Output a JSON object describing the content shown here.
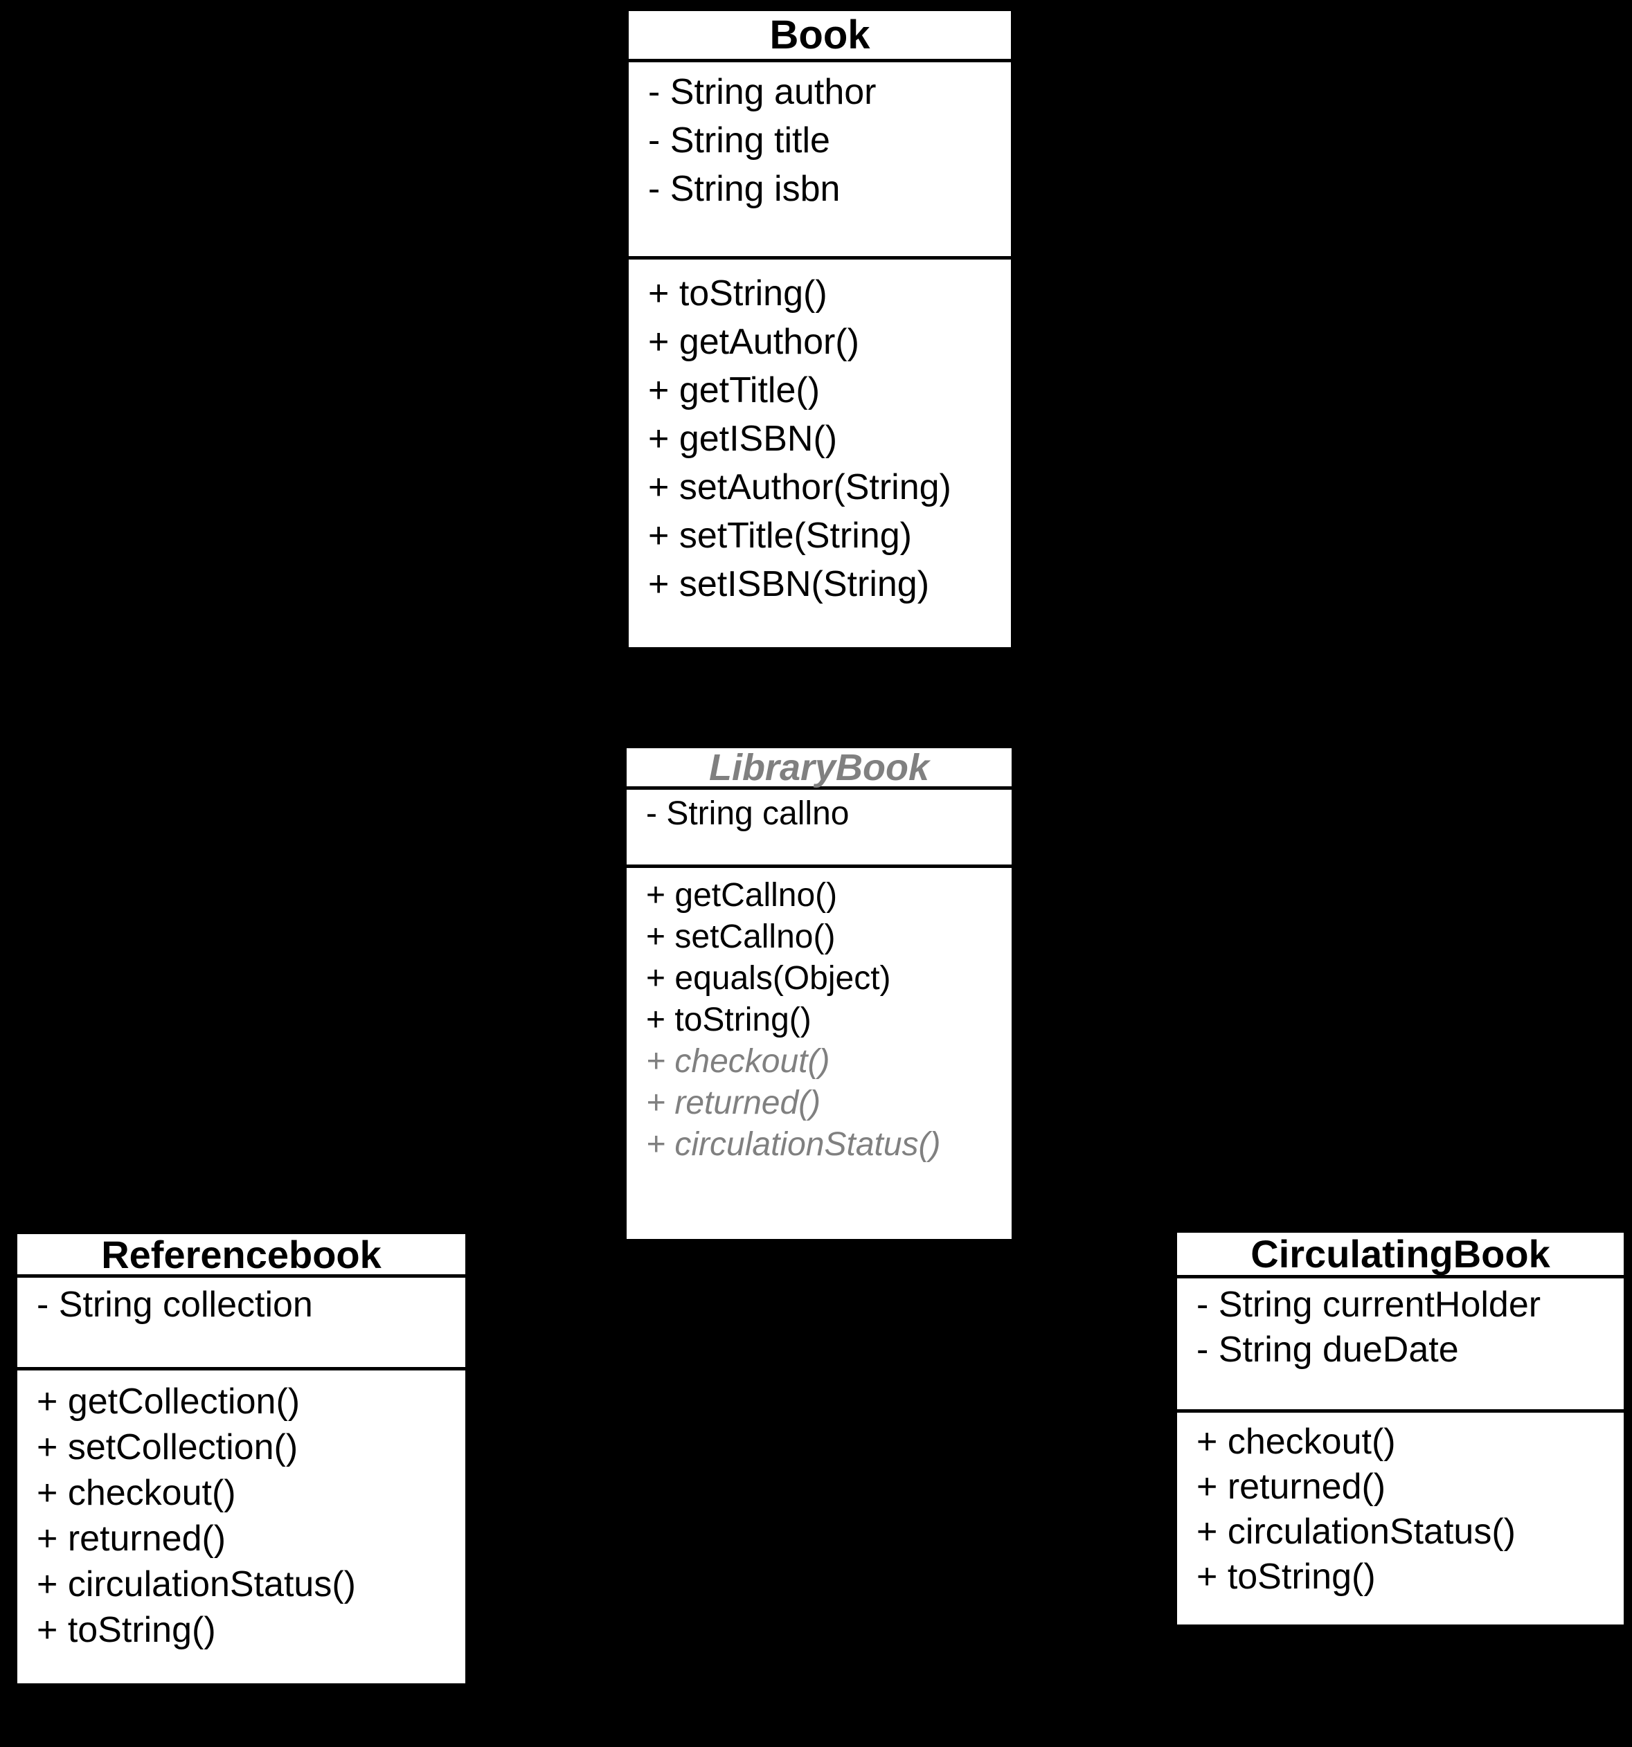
{
  "diagram": {
    "type": "uml-class-diagram",
    "background_color": "#000000",
    "box_fill_color": "#ffffff",
    "line_color": "#000000",
    "text_color": "#000000",
    "abstract_color": "#808080"
  },
  "classes": [
    {
      "name": "Book",
      "abstract": false,
      "attributes": [
        "- String author",
        "- String title",
        "- String isbn"
      ],
      "methods": [
        {
          "label": "+ toString()",
          "abstract": false
        },
        {
          "label": "+ getAuthor()",
          "abstract": false
        },
        {
          "label": "+ getTitle()",
          "abstract": false
        },
        {
          "label": "+ getISBN()",
          "abstract": false
        },
        {
          "label": "+ setAuthor(String)",
          "abstract": false
        },
        {
          "label": "+ setTitle(String)",
          "abstract": false
        },
        {
          "label": "+ setISBN(String)",
          "abstract": false
        }
      ]
    },
    {
      "name": "LibraryBook",
      "abstract": true,
      "attributes": [
        "- String callno"
      ],
      "methods": [
        {
          "label": "+ getCallno()",
          "abstract": false
        },
        {
          "label": "+ setCallno()",
          "abstract": false
        },
        {
          "label": "+ equals(Object)",
          "abstract": false
        },
        {
          "label": "+ toString()",
          "abstract": false
        },
        {
          "label": "+ checkout()",
          "abstract": true
        },
        {
          "label": "+ returned()",
          "abstract": true
        },
        {
          "label": "+ circulationStatus()",
          "abstract": true
        }
      ]
    },
    {
      "name": "Referencebook",
      "abstract": false,
      "attributes": [
        "- String collection"
      ],
      "methods": [
        {
          "label": "+ getCollection()",
          "abstract": false
        },
        {
          "label": "+ setCollection()",
          "abstract": false
        },
        {
          "label": "+ checkout()",
          "abstract": false
        },
        {
          "label": "+ returned()",
          "abstract": false
        },
        {
          "label": "+ circulationStatus()",
          "abstract": false
        },
        {
          "label": "+ toString()",
          "abstract": false
        }
      ]
    },
    {
      "name": "CirculatingBook",
      "abstract": false,
      "attributes": [
        "- String currentHolder",
        "- String dueDate"
      ],
      "methods": [
        {
          "label": "+ checkout()",
          "abstract": false
        },
        {
          "label": "+ returned()",
          "abstract": false
        },
        {
          "label": "+ circulationStatus()",
          "abstract": false
        },
        {
          "label": "+ toString()",
          "abstract": false
        }
      ]
    }
  ]
}
